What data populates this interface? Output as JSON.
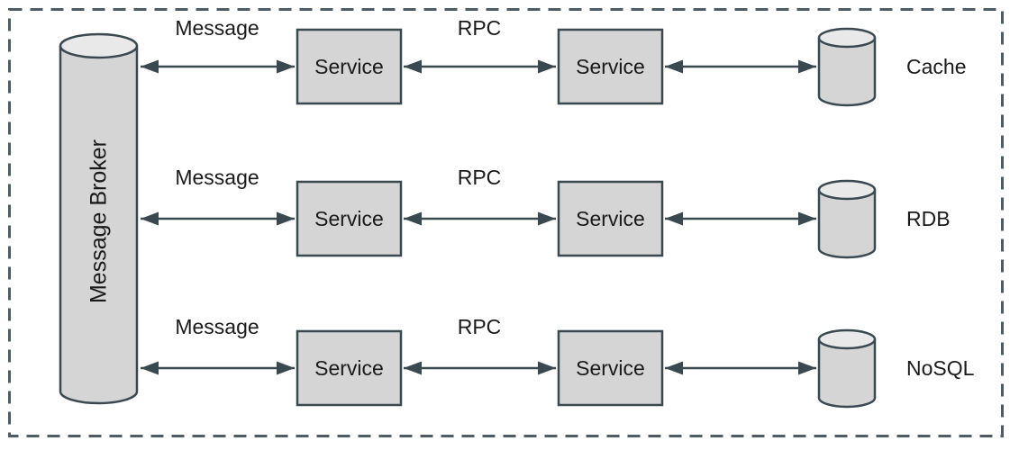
{
  "diagram": {
    "broker_label": "Message Broker",
    "rows": [
      {
        "message_label": "Message",
        "rpc_label": "RPC",
        "service1_label": "Service",
        "service2_label": "Service",
        "datastore_label": "Cache"
      },
      {
        "message_label": "Message",
        "rpc_label": "RPC",
        "service1_label": "Service",
        "service2_label": "Service",
        "datastore_label": "RDB"
      },
      {
        "message_label": "Message",
        "rpc_label": "RPC",
        "service1_label": "Service",
        "service2_label": "Service",
        "datastore_label": "NoSQL"
      }
    ],
    "colors": {
      "background": "#ffffff",
      "shape_fill": "#d5d5d5",
      "cylinder_top_fill": "#e9e9e9",
      "stroke": "#3a4850",
      "dashed_border": "#4d5c64",
      "text": "#1a1a1a"
    }
  }
}
